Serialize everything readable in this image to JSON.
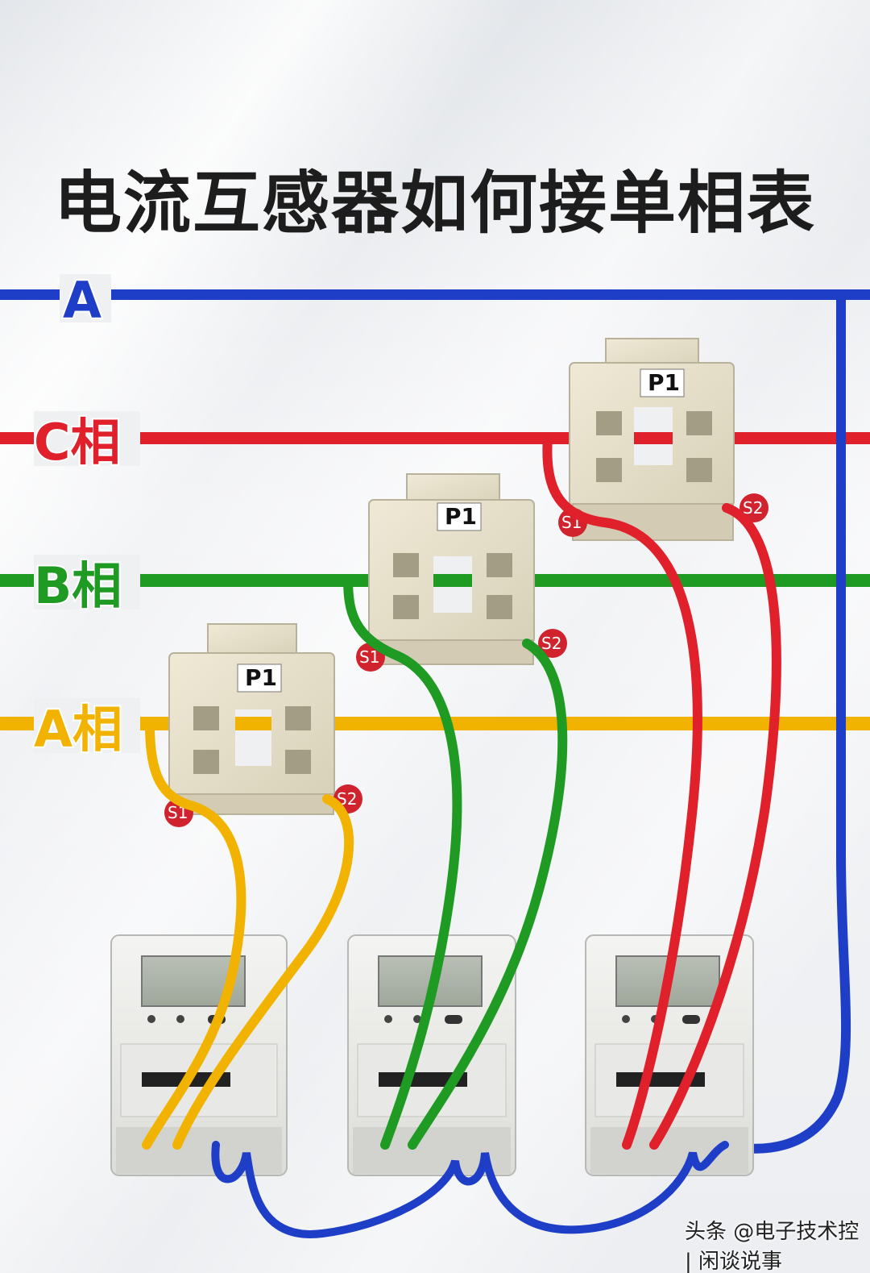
{
  "title": "电流互感器如何接单相表",
  "bus_lines": [
    {
      "id": "neutral",
      "label": "A",
      "color": "#1e3ec8"
    },
    {
      "id": "phase_c",
      "label": "C相",
      "color": "#e0202a"
    },
    {
      "id": "phase_b",
      "label": "B相",
      "color": "#1f9a23"
    },
    {
      "id": "phase_a",
      "label": "A相",
      "color": "#f2b300"
    }
  ],
  "transformers": [
    {
      "phase": "A相",
      "label": "P1",
      "terminal_left": "S1",
      "terminal_right": "S2"
    },
    {
      "phase": "B相",
      "label": "P1",
      "terminal_left": "S1",
      "terminal_right": "S2"
    },
    {
      "phase": "C相",
      "label": "P1",
      "terminal_left": "S1",
      "terminal_right": "S2"
    }
  ],
  "meters": [
    {
      "phase": "A相"
    },
    {
      "phase": "B相"
    },
    {
      "phase": "C相"
    }
  ],
  "watermark": "头条 @电子技术控 | 闲谈说事"
}
